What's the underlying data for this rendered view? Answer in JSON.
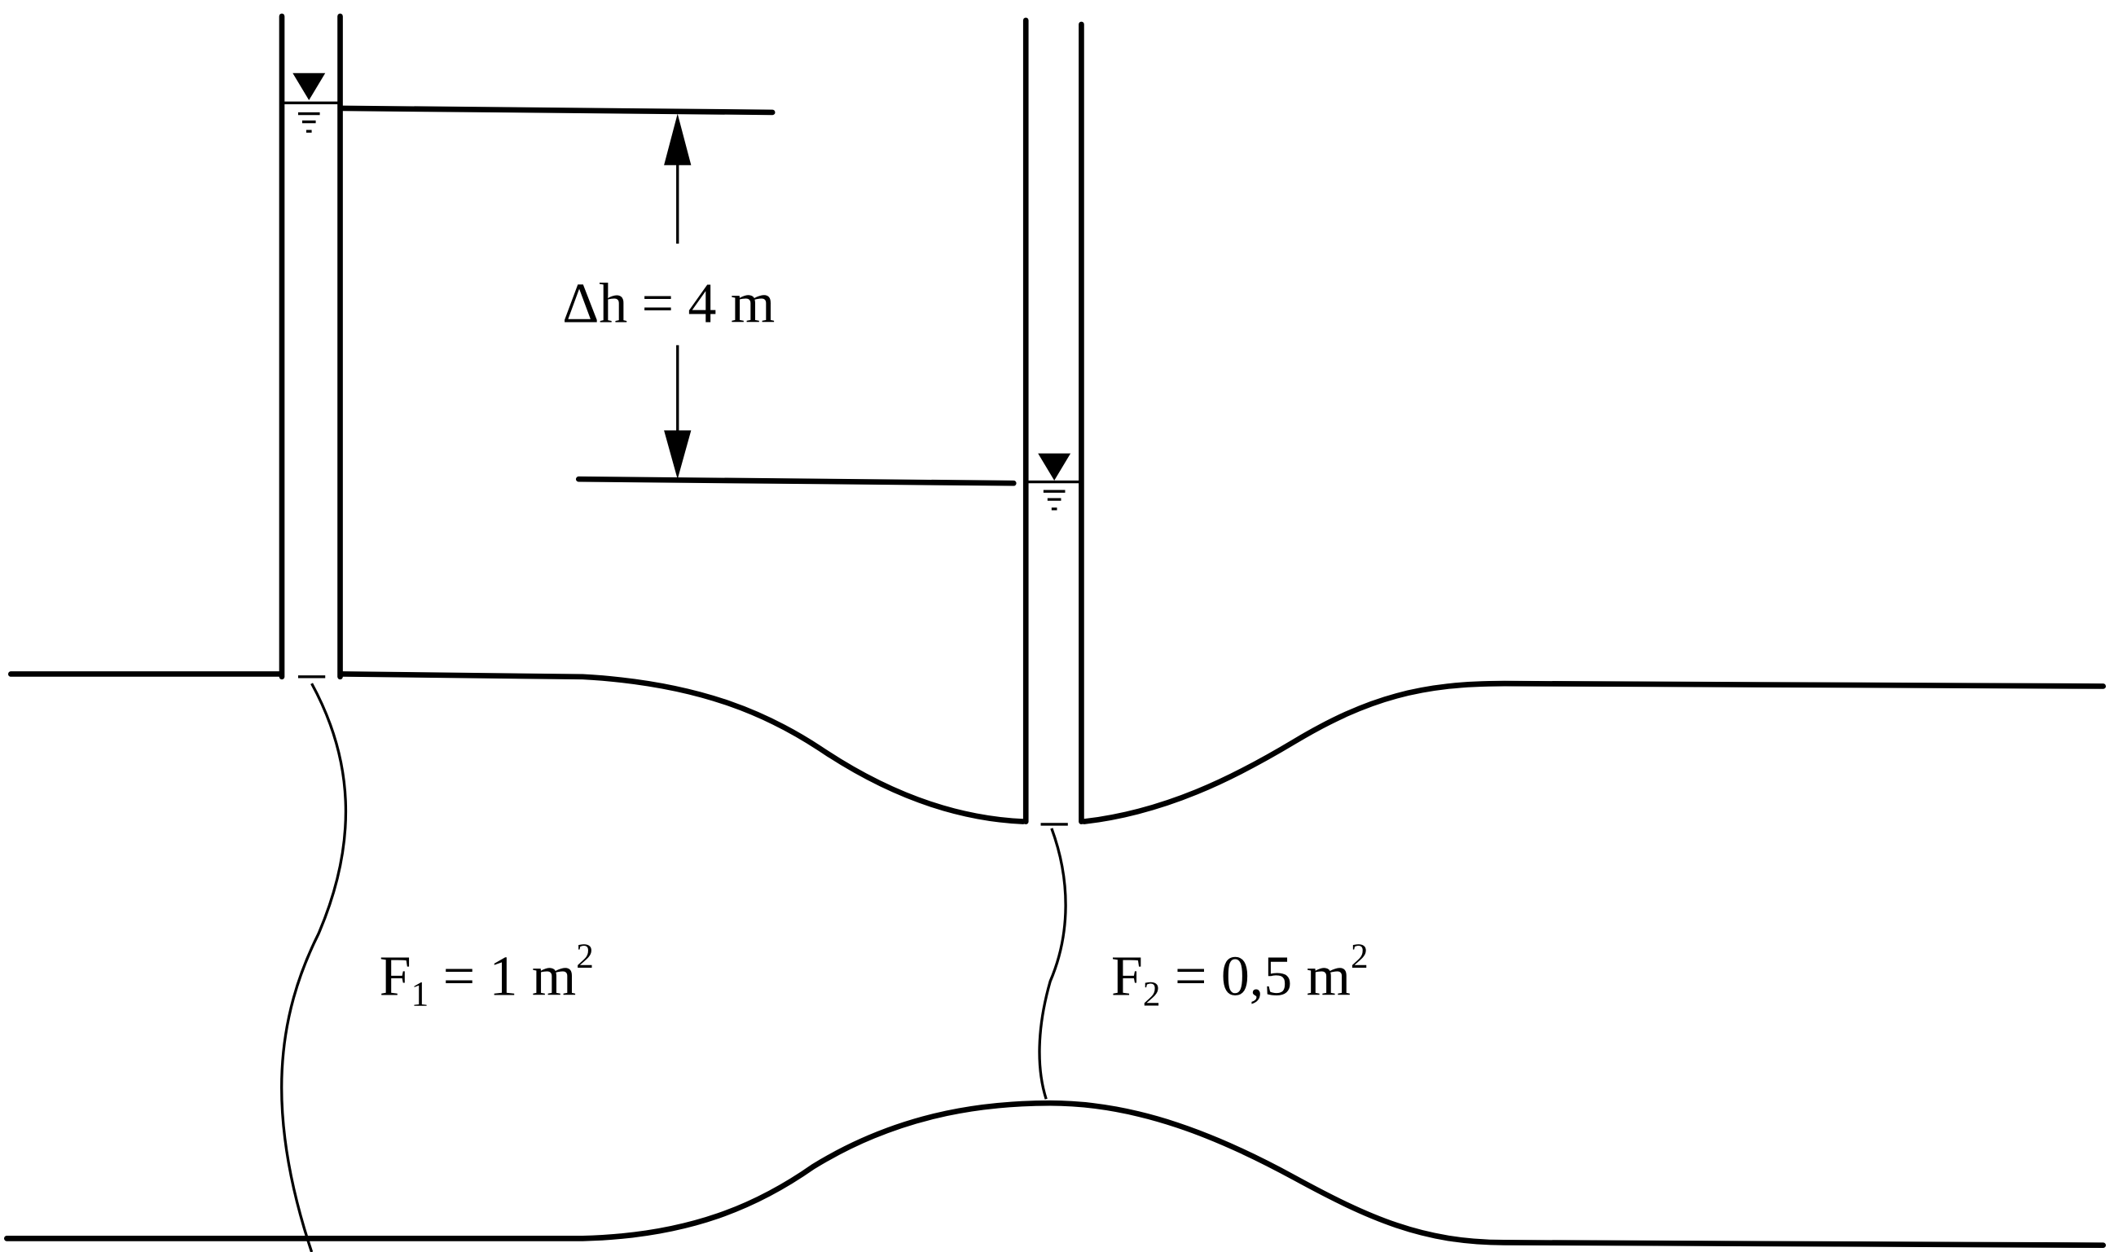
{
  "diagram": {
    "delta_h_label": "Δh = 4 m",
    "section1": {
      "name": "F",
      "subscript": "1",
      "value": " = 1 m",
      "exponent": "2"
    },
    "section2": {
      "name": "F",
      "subscript": "2",
      "value": " = 0,5 m",
      "exponent": "2"
    },
    "colors": {
      "line": "#000000",
      "background": "#ffffff"
    }
  }
}
